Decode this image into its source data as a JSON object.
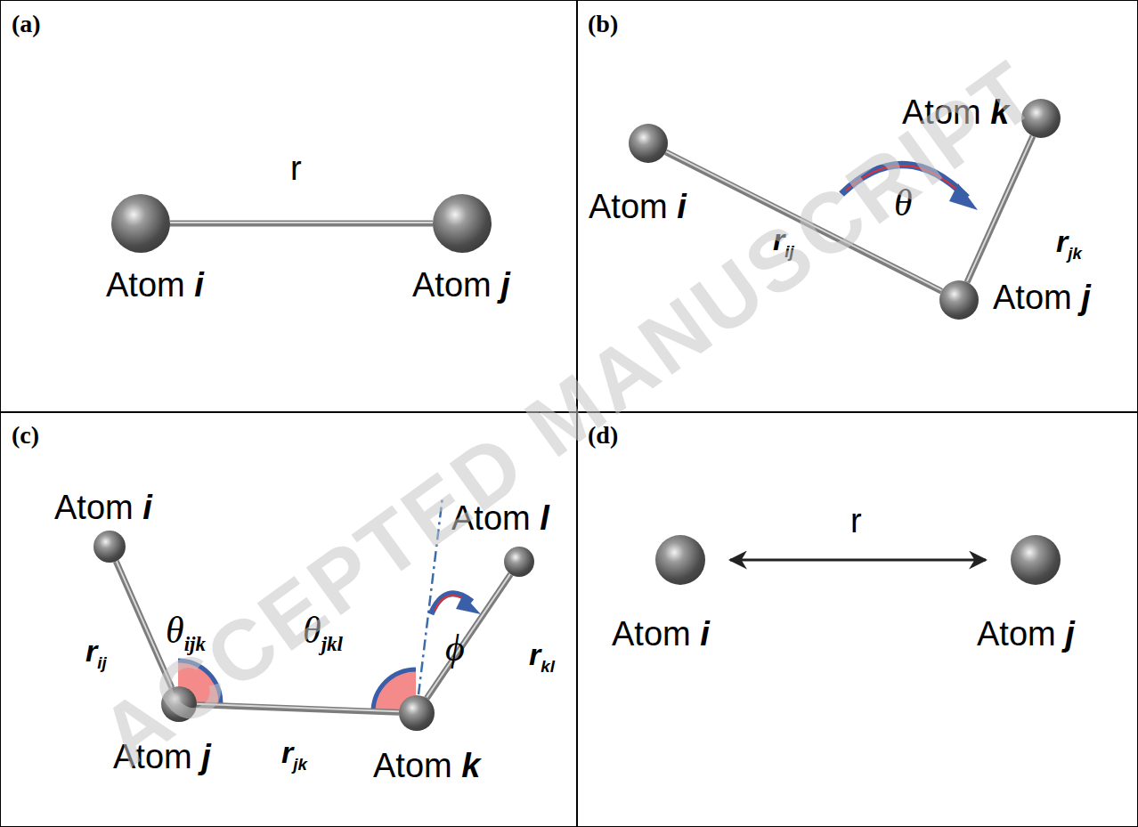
{
  "diagram": {
    "nodes": [
      {
        "text": [
          "(a)"
        ]
      },
      {
        "text": [
          "(b)"
        ]
      },
      {
        "text": [
          "(c)"
        ]
      },
      {
        "text": [
          "(d)"
        ]
      },
      {
        "text": [
          "Atom i"
        ],
        "in": 0
      },
      {
        "text": [
          "Atom j"
        ],
        "in": 0
      },
      {
        "text": [
          "Atom i"
        ],
        "in": 1
      },
      {
        "text": [
          "Atom j"
        ],
        "in": 1
      },
      {
        "text": [
          "Atom k"
        ],
        "in": 1
      },
      {
        "text": [
          "Atom i"
        ],
        "in": 2
      },
      {
        "text": [
          "Atom j"
        ],
        "in": 2
      },
      {
        "text": [
          "Atom k"
        ],
        "in": 2
      },
      {
        "text": [
          "Atom l"
        ],
        "in": 2
      },
      {
        "text": [
          "Atom i"
        ],
        "in": 3
      },
      {
        "text": [
          "Atom j"
        ],
        "in": 3
      }
    ],
    "edges": [
      {
        "from": 4,
        "to": 5,
        "arrow": "none",
        "label": "r"
      },
      {
        "from": 6,
        "to": 7,
        "arrow": "none",
        "label": "rij"
      },
      {
        "from": 7,
        "to": 8,
        "arrow": "none",
        "label": "rjk"
      },
      {
        "from": 9,
        "to": 10,
        "arrow": "none",
        "label": "rij"
      },
      {
        "from": 10,
        "to": 11,
        "arrow": "none",
        "label": "rjk"
      },
      {
        "from": 11,
        "to": 12,
        "arrow": "none",
        "label": "rkl"
      },
      {
        "from": 13,
        "to": 14,
        "arrow": "both",
        "label": "r"
      }
    ],
    "labels": [
      "θ",
      "θijk",
      "θjkl",
      "ϕ",
      "ACCEPTED MANUSCRIPT"
    ]
  }
}
